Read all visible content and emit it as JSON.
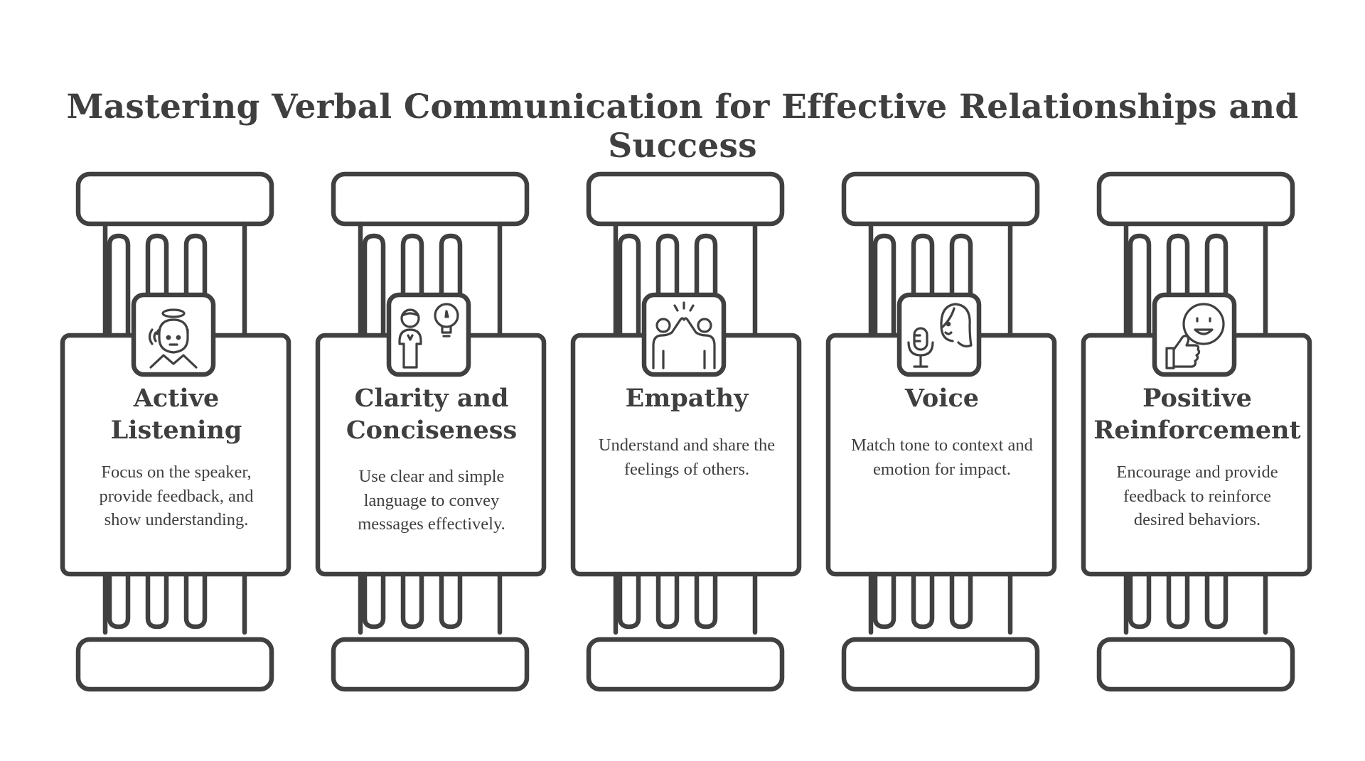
{
  "title": "Mastering Verbal Communication for Effective Relationships and Success",
  "colors": {
    "stroke": "#404040",
    "background": "#ffffff",
    "text": "#3f3f3f"
  },
  "pillars": [
    {
      "heading": "Active Listening",
      "description": "Focus on the speaker, provide feedback, and show understanding.",
      "icon": "listening-person-icon"
    },
    {
      "heading": "Clarity and Conciseness",
      "description": "Use clear and simple language to convey messages effectively.",
      "icon": "person-lightbulb-icon"
    },
    {
      "heading": "Empathy",
      "description": "Understand and share the feelings of others.",
      "icon": "high-five-icon"
    },
    {
      "heading": "Voice",
      "description": "Match tone to context and emotion for impact.",
      "icon": "microphone-face-icon"
    },
    {
      "heading": "Positive Reinforcement",
      "description": "Encourage and provide feedback to reinforce desired behaviors.",
      "icon": "thumbs-up-smiley-icon"
    }
  ]
}
